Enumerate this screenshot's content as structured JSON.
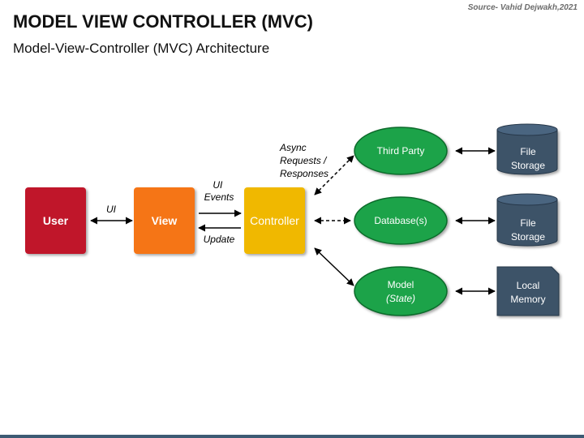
{
  "header": {
    "title": "MODEL VIEW CONTROLLER (MVC)",
    "subtitle": "Model-View-Controller (MVC) Architecture",
    "source": "Source- Vahid Dejwakh,2021"
  },
  "nodes": {
    "user": "User",
    "view": "View",
    "controller": "Controller",
    "third_party": "Third Party",
    "databases": "Database(s)",
    "model": "Model",
    "model_state": "(State)",
    "file_storage_1": [
      "File",
      "Storage"
    ],
    "file_storage_2": [
      "File",
      "Storage"
    ],
    "local_memory": [
      "Local",
      "Memory"
    ]
  },
  "edge_labels": {
    "ui": "UI",
    "ui_events": [
      "UI",
      "Events"
    ],
    "update": "Update",
    "async": [
      "Async",
      "Requests /",
      "Responses"
    ]
  },
  "colors": {
    "user": "#c0152a",
    "view": "#f57415",
    "controller": "#f0b800",
    "ellipse": "#1aa348",
    "storage": "#3c5368"
  }
}
